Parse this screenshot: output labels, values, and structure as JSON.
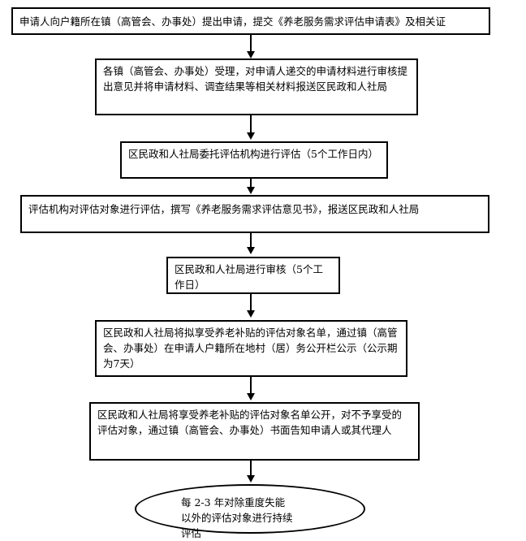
{
  "steps": [
    "申请人向户籍所在镇（高管会、办事处）提出申请，提交《养老服务需求评估申请表》及相关证",
    "各镇（高管会、办事处）受理，对申请人递交的申请材料进行审核提出意见并将申请材料、调查结果等相关材料报送区民政和人社局",
    "区民政和人社局委托评估机构进行评估（5个工作日内）",
    "评估机构对评估对象进行评估，撰写《养老服务需求评估意见书》，报送区民政和人社局",
    "区民政和人社局进行审核（5个工作日）",
    "区民政和人社局将拟享受养老补贴的评估对象名单，通过镇（高管会、办事处）在申请人户籍所在地村（居）务公开栏公示（公示期为7天）",
    "区民政和人社局将享受养老补贴的评估对象名单公开，对不予享受的评估对象，通过镇（高管会、办事处）书面告知申请人或其代理人"
  ],
  "final_step": "每 2-3 年对除重度失能以外的评估对象进行持续评估"
}
